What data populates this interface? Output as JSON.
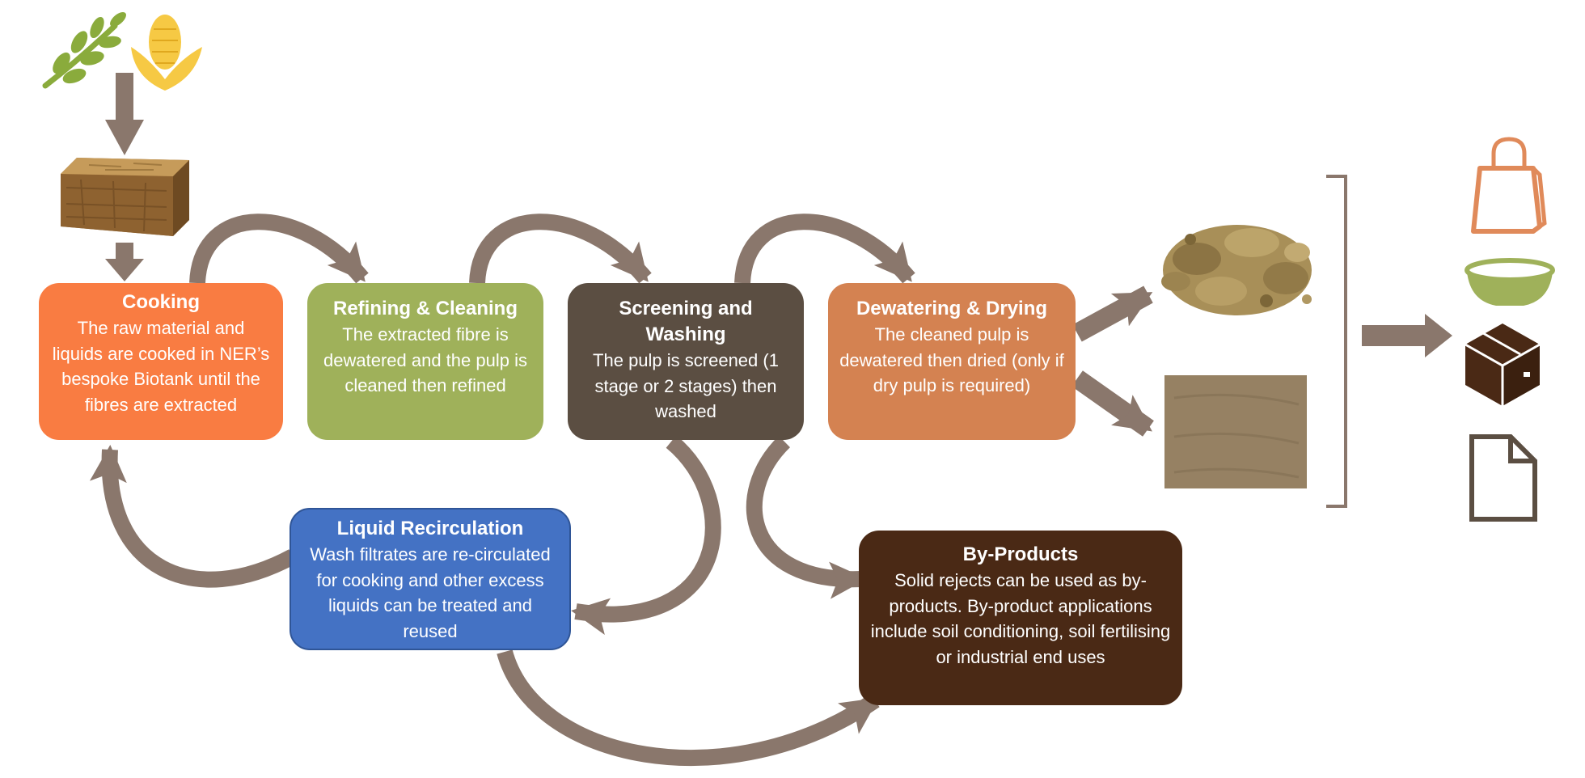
{
  "colors": {
    "arrow": "#8a776c",
    "cooking": "#f97c42",
    "refining": "#9fb15a",
    "screening": "#5b4e42",
    "dewatering": "#d48251",
    "liquid": "#4472c4",
    "byproducts": "#4a2915",
    "bag_icon": "#e08a5a",
    "bowl_icon": "#9fb15a",
    "box_icon": "#4a2915",
    "doc_icon": "#5b4e42"
  },
  "icons": {
    "inputs": [
      "wheat-icon",
      "corn-icon"
    ],
    "straw": "straw-bale-icon",
    "dry_pulp": "dry-pulp-photo",
    "wet_pulp": "pulp-sheet-photo",
    "products": [
      "shopping-bag-icon",
      "bowl-icon",
      "package-box-icon",
      "document-icon"
    ]
  },
  "steps": {
    "cooking": {
      "title": "Cooking",
      "body": "The raw material and liquids are cooked in NER’s bespoke Biotank until the fibres are extracted"
    },
    "refining": {
      "title": "Refining & Cleaning",
      "body": "The extracted fibre is dewatered and the pulp is cleaned then refined"
    },
    "screening": {
      "title": "Screening and Washing",
      "body": "The pulp is screened (1 stage or 2 stages) then washed"
    },
    "dewatering": {
      "title": "Dewatering & Drying",
      "body": "The cleaned pulp is dewatered then dried (only if dry pulp is required)"
    },
    "liquid": {
      "title": "Liquid Recirculation",
      "body": "Wash filtrates are re-circulated for cooking and other excess liquids can be treated and reused"
    },
    "byproducts": {
      "title": "By-Products",
      "body": "Solid rejects can be used as by-products.  By-product applications include soil conditioning, soil fertilising or industrial end uses"
    }
  }
}
